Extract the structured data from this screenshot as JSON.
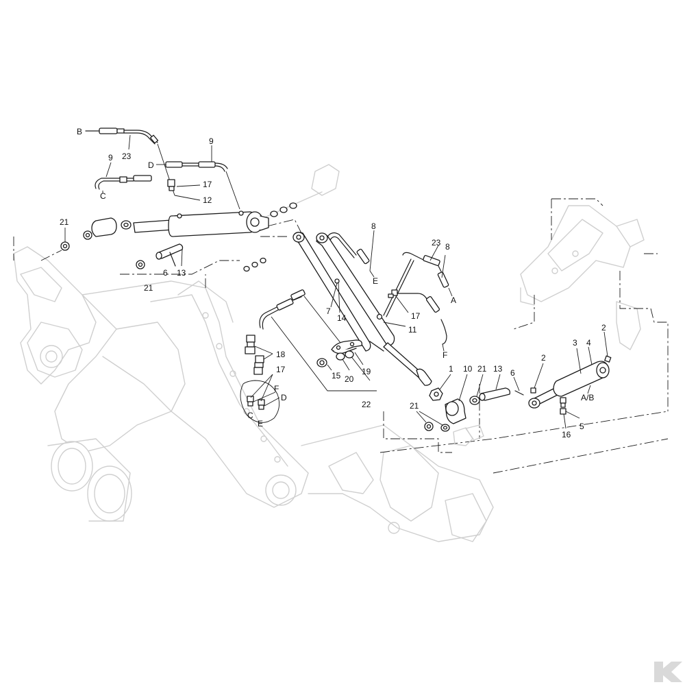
{
  "callouts": {
    "c_B": "B",
    "c_23a": "23",
    "c_9a": "9",
    "c_D1": "D",
    "c_9b": "9",
    "c_C1": "C",
    "c_17a": "17",
    "c_12": "12",
    "c_21a": "21",
    "c_6a": "6",
    "c_13a": "13",
    "c_21b": "21",
    "c_8a": "8",
    "c_E1": "E",
    "c_23b": "23",
    "c_8b": "8",
    "c_A": "A",
    "c_7": "7",
    "c_14": "14",
    "c_17b": "17",
    "c_11": "11",
    "c_F1": "F",
    "c_18": "18",
    "c_17c": "17",
    "c_F2": "F",
    "c_D2": "D",
    "c_C2": "C",
    "c_E2": "E",
    "c_15": "15",
    "c_20": "20",
    "c_19": "19",
    "c_22": "22",
    "c_1": "1",
    "c_10": "10",
    "c_21c": "21",
    "c_13b": "13",
    "c_6b": "6",
    "c_21d": "21",
    "c_2a": "2",
    "c_2b": "2",
    "c_3": "3",
    "c_4": "4",
    "c_AB": "A/B",
    "c_5": "5",
    "c_16": "16"
  },
  "brand": {
    "logo_icon": "k-logo-icon",
    "color": "#d9d9d9"
  },
  "colors": {
    "ink": "#1a1a1a",
    "ghost": "#cfcfcf"
  }
}
